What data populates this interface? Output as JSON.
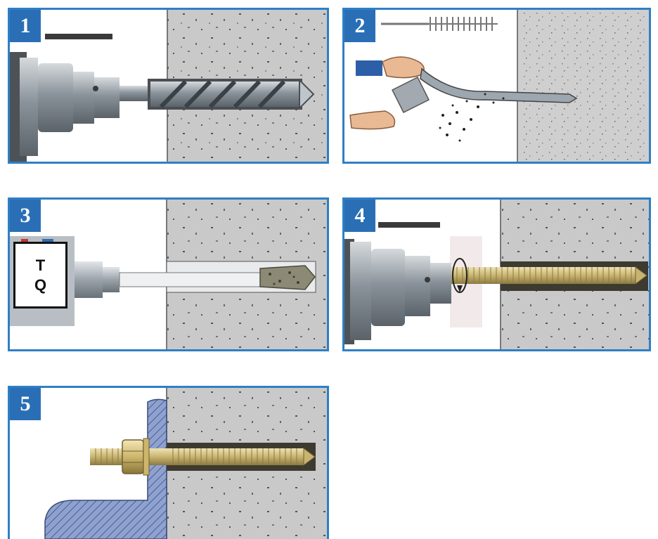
{
  "steps": [
    {
      "number": "1"
    },
    {
      "number": "2"
    },
    {
      "number": "3",
      "tool_label_line1": "T",
      "tool_label_line2": "Q"
    },
    {
      "number": "4"
    },
    {
      "number": "5"
    }
  ],
  "colors": {
    "frame": "#2f7fc4",
    "badge": "#2a6fb5",
    "concrete": "#c9c9c9",
    "steel": "#9aa3ab",
    "threaded_rod": "#c8b470",
    "bracket": "#7f93c4"
  },
  "icons": [
    "drill-icon",
    "drill-bit-icon",
    "cleaning-brush-icon",
    "blower-pump-icon",
    "dispenser-icon",
    "anchor-rod-icon",
    "nut-icon",
    "bracket-icon"
  ]
}
